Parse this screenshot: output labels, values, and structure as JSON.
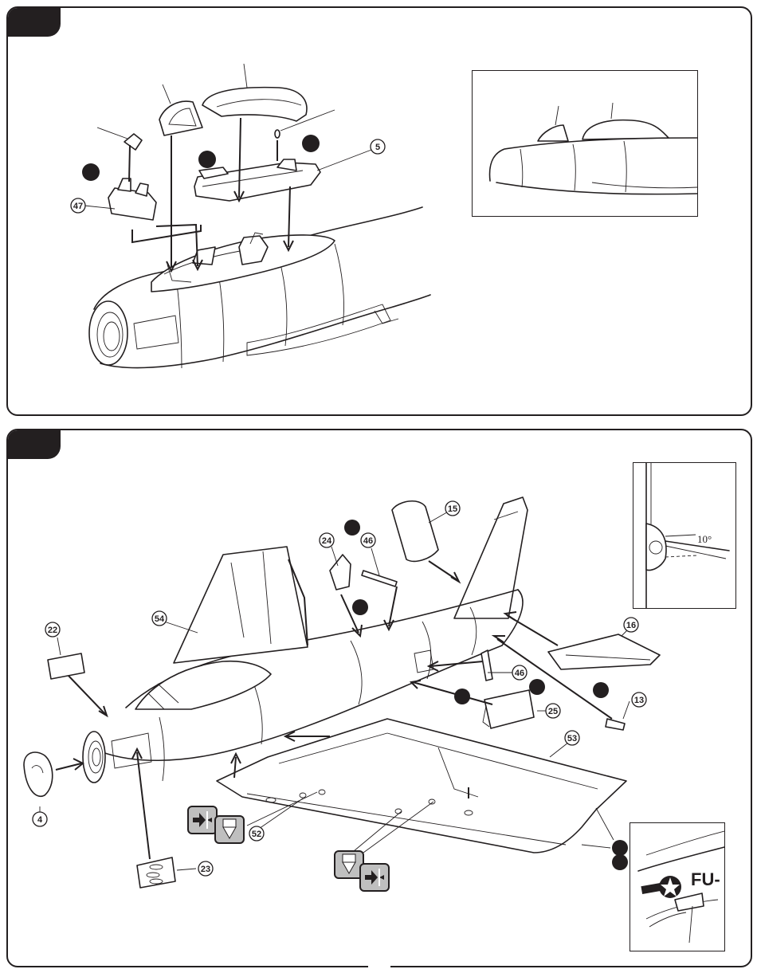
{
  "panel1": {
    "part_numbers": [
      "47",
      "5"
    ]
  },
  "panel2": {
    "part_numbers": [
      "22",
      "54",
      "24",
      "46",
      "15",
      "16",
      "46",
      "25",
      "13",
      "53",
      "4",
      "52",
      "23"
    ],
    "inset_angle_label": "10°",
    "inset_decal_text": "FU-"
  },
  "icons": {
    "glue": "glue-tube-icon",
    "cement": "cement-press-icon"
  },
  "colors": {
    "line": "#231f20",
    "icon_fill": "#bfbfbf",
    "background": "#ffffff"
  }
}
